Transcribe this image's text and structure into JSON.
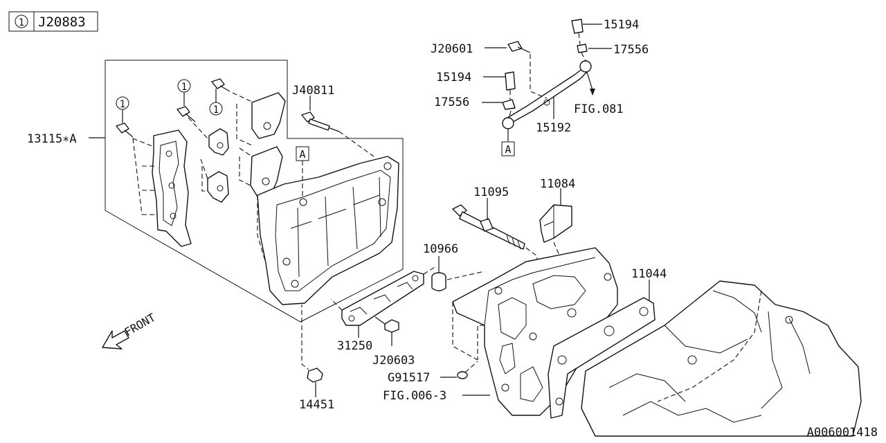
{
  "header": {
    "circle_ref": "1",
    "code": "J20883"
  },
  "labels": {
    "p13115": "13115∗A",
    "j40811": "J40811",
    "j20601": "J20601",
    "p15194_top": "15194",
    "p17556_top": "17556",
    "p15194_mid": "15194",
    "p17556_mid": "17556",
    "fig081": "FIG.081",
    "p15192": "15192",
    "p11095": "11095",
    "p11084": "11084",
    "p10966": "10966",
    "p11044": "11044",
    "p31250": "31250",
    "j20603": "J20603",
    "g91517": "G91517",
    "fig006_3": "FIG.006-3",
    "p14451": "14451",
    "front": "FRONT",
    "ref_a": "A",
    "ref_circle": "1",
    "diagram_id": "A006001418"
  }
}
